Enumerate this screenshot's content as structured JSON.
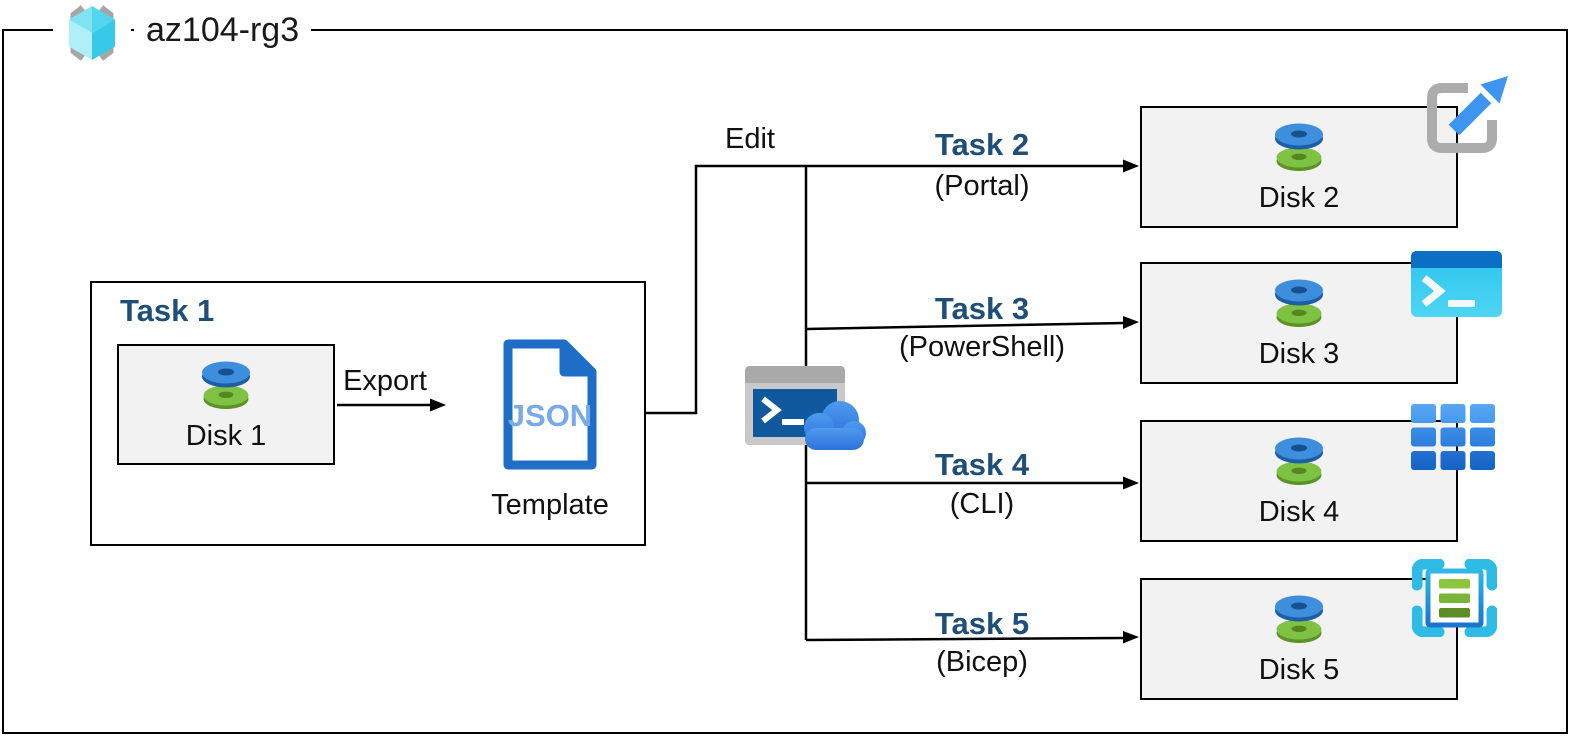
{
  "resource_group": {
    "name": "az104-rg3"
  },
  "task1": {
    "title": "Task 1",
    "disk_label": "Disk 1",
    "export_label": "Export",
    "json_label": "JSON",
    "template_label": "Template"
  },
  "edit_label": "Edit",
  "branches": [
    {
      "title": "Task 2",
      "method": "(Portal)",
      "disk_label": "Disk 2",
      "tool_icon": "portal-launch-icon"
    },
    {
      "title": "Task 3",
      "method": "(PowerShell)",
      "disk_label": "Disk 3",
      "tool_icon": "powershell-icon"
    },
    {
      "title": "Task 4",
      "method": "(CLI)",
      "disk_label": "Disk 4",
      "tool_icon": "cli-grid-icon"
    },
    {
      "title": "Task 5",
      "method": "(Bicep)",
      "disk_label": "Disk 5",
      "tool_icon": "bicep-template-icon"
    }
  ],
  "icons": {
    "resource_group": "resource-group-icon",
    "disk": "managed-disk-icon",
    "json_document": "json-template-icon",
    "cloud_shell": "cloud-shell-icon"
  },
  "palette": {
    "task_title_navy": "#1F4E79",
    "disk_blue": "#3E8EDE",
    "disk_green": "#7DC242",
    "azure_blue": "#1E6EC8",
    "cyan": "#35C4EE",
    "box_fill": "#F2F2F2",
    "line": "#000000",
    "icon_gray": "#ACACAC"
  }
}
